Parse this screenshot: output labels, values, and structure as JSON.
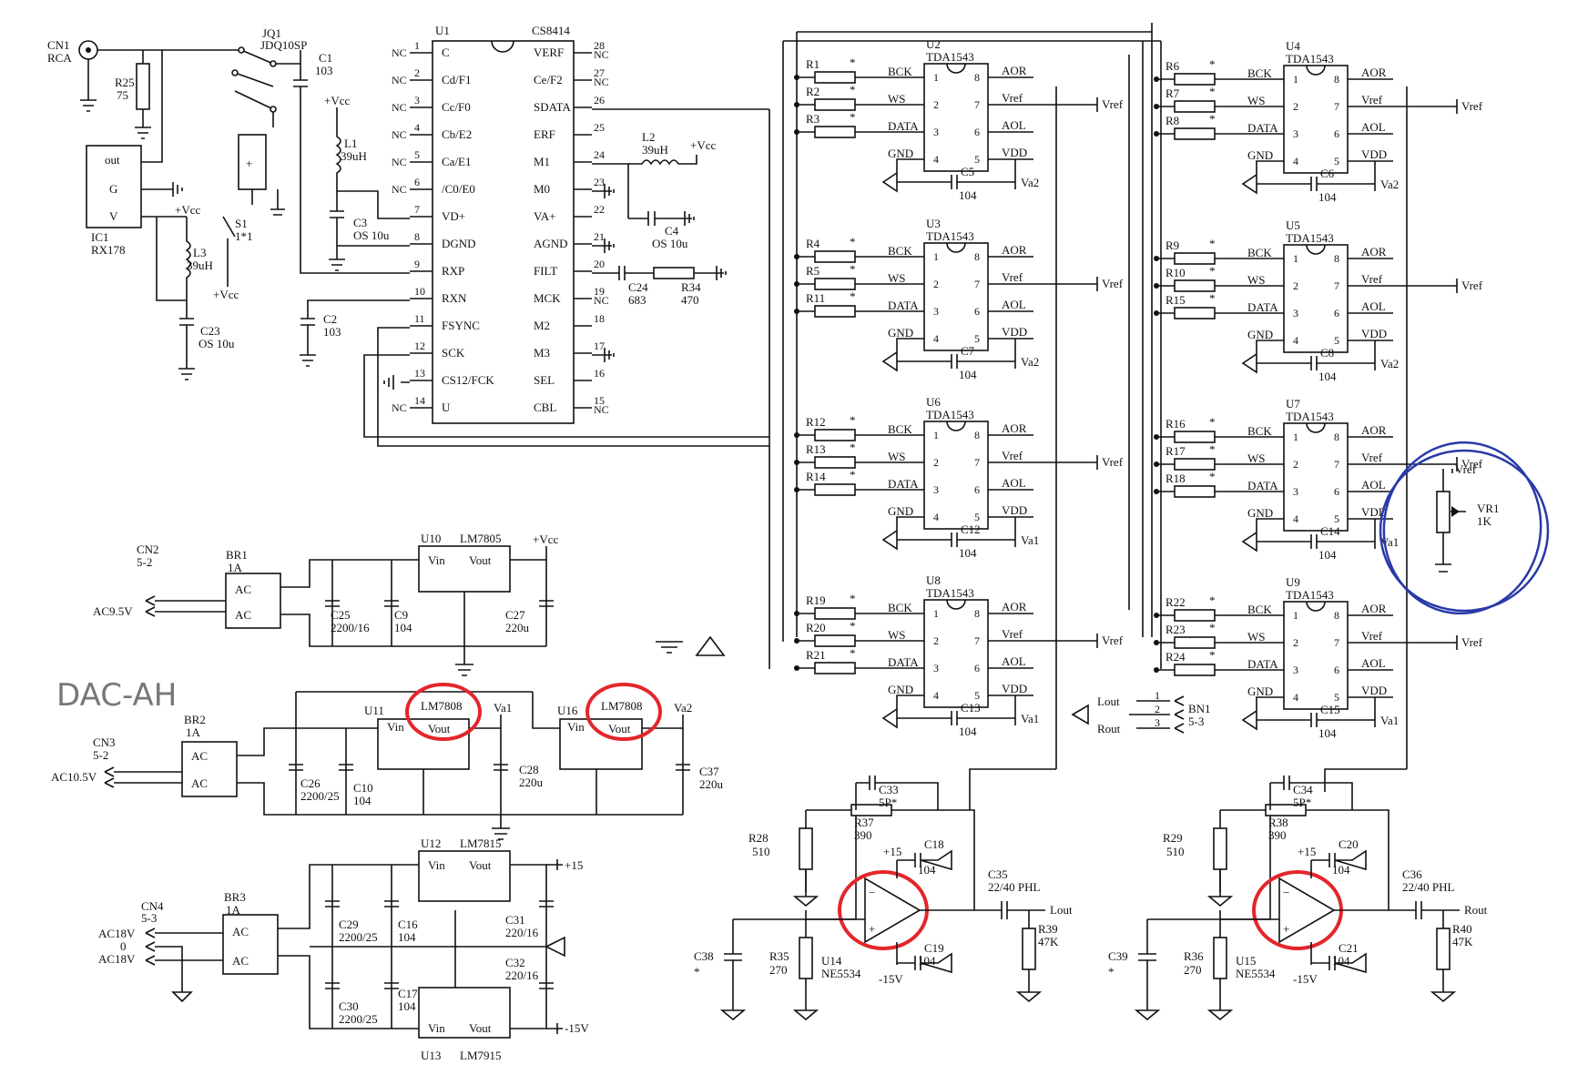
{
  "board_title": "DAC-AH",
  "connectors": {
    "cn1": {
      "ref": "CN1",
      "name": "RCA"
    },
    "jq1": {
      "ref": "JQ1",
      "part": "JDQ10SP"
    },
    "s1": {
      "ref": "S1",
      "value": "1*1"
    },
    "cn2": {
      "ref": "CN2",
      "value": "5-2",
      "input": "AC9.5V"
    },
    "cn3": {
      "ref": "CN3",
      "value": "5-2",
      "input": "AC10.5V"
    },
    "cn4": {
      "ref": "CN4",
      "value": "5-3",
      "input_a": "AC18V",
      "input_0": "0",
      "input_b": "AC18V"
    },
    "bn1": {
      "ref": "BN1",
      "value": "5-3",
      "lout": "Lout",
      "rout": "Rout"
    }
  },
  "receiver": {
    "ic1": {
      "ref": "IC1",
      "part": "RX178",
      "pins": [
        "out",
        "G",
        "V"
      ]
    },
    "u1": {
      "ref": "U1",
      "part": "CS8414",
      "left_pins": [
        {
          "num": "1",
          "name": "C"
        },
        {
          "num": "2",
          "name": "Cd/F1"
        },
        {
          "num": "3",
          "name": "Cc/F0"
        },
        {
          "num": "4",
          "name": "Cb/E2"
        },
        {
          "num": "5",
          "name": "Ca/E1"
        },
        {
          "num": "6",
          "name": "/C0/E0"
        },
        {
          "num": "7",
          "name": "VD+"
        },
        {
          "num": "8",
          "name": "DGND"
        },
        {
          "num": "9",
          "name": "RXP"
        },
        {
          "num": "10",
          "name": "RXN"
        },
        {
          "num": "11",
          "name": "FSYNC"
        },
        {
          "num": "12",
          "name": "SCK"
        },
        {
          "num": "13",
          "name": "CS12/FCK"
        },
        {
          "num": "14",
          "name": "U"
        }
      ],
      "right_pins": [
        {
          "num": "28",
          "name": "VERF"
        },
        {
          "num": "27",
          "name": "Ce/F2"
        },
        {
          "num": "26",
          "name": "SDATA"
        },
        {
          "num": "25",
          "name": "ERF"
        },
        {
          "num": "24",
          "name": "M1"
        },
        {
          "num": "23",
          "name": "M0"
        },
        {
          "num": "22",
          "name": "VA+"
        },
        {
          "num": "21",
          "name": "AGND"
        },
        {
          "num": "20",
          "name": "FILT"
        },
        {
          "num": "19",
          "name": "MCK"
        },
        {
          "num": "18",
          "name": "M2"
        },
        {
          "num": "17",
          "name": "M3"
        },
        {
          "num": "16",
          "name": "SEL"
        },
        {
          "num": "15",
          "name": "CBL"
        }
      ],
      "nc": "NC"
    }
  },
  "passives": {
    "r25": {
      "ref": "R25",
      "value": "75"
    },
    "c1": {
      "ref": "C1",
      "value": "103"
    },
    "c2": {
      "ref": "C2",
      "value": "103"
    },
    "l1": {
      "ref": "L1",
      "value": "39uH"
    },
    "l2": {
      "ref": "L2",
      "value": "39uH"
    },
    "l3": {
      "ref": "L3",
      "value": "39uH"
    },
    "c3": {
      "ref": "C3",
      "value": "OS 10u"
    },
    "c4": {
      "ref": "C4",
      "value": "OS 10u"
    },
    "c23": {
      "ref": "C23",
      "value": "OS 10u"
    },
    "c24": {
      "ref": "C24",
      "value": "683"
    },
    "r34": {
      "ref": "R34",
      "value": "470"
    },
    "vcc": "+Vcc"
  },
  "dacs": {
    "pin_names": {
      "bck": "BCK",
      "ws": "WS",
      "data": "DATA",
      "gnd": "GND",
      "aor": "AOR",
      "vref": "Vref",
      "aol": "AOL",
      "vdd": "VDD"
    },
    "pin_nums": [
      "1",
      "2",
      "3",
      "4",
      "8",
      "7",
      "6",
      "5"
    ],
    "part": "TDA1543",
    "cap_value": "104",
    "vref_label": "Vref",
    "marker": "*",
    "left": [
      {
        "ref": "U2",
        "r": [
          "R1",
          "R2",
          "R3"
        ],
        "cap": "C5",
        "supply": "Va2"
      },
      {
        "ref": "U3",
        "r": [
          "R4",
          "R5",
          "R11"
        ],
        "cap": "C7",
        "supply": "Va2"
      },
      {
        "ref": "U6",
        "r": [
          "R12",
          "R13",
          "R14"
        ],
        "cap": "C12",
        "supply": "Va1"
      },
      {
        "ref": "U8",
        "r": [
          "R19",
          "R20",
          "R21"
        ],
        "cap": "C13",
        "supply": "Va1"
      }
    ],
    "right": [
      {
        "ref": "U4",
        "r": [
          "R6",
          "R7",
          "R8"
        ],
        "cap": "C6",
        "supply": "Va2"
      },
      {
        "ref": "U5",
        "r": [
          "R9",
          "R10",
          "R15"
        ],
        "cap": "C8",
        "supply": "Va2"
      },
      {
        "ref": "U7",
        "r": [
          "R16",
          "R17",
          "R18"
        ],
        "cap": "C14",
        "supply": "Va1"
      },
      {
        "ref": "U9",
        "r": [
          "R22",
          "R23",
          "R24"
        ],
        "cap": "C15",
        "supply": "Va1"
      }
    ]
  },
  "vr1": {
    "ref": "VR1",
    "value": "1K",
    "vref": "Vref"
  },
  "power": {
    "br1": {
      "ref": "BR1",
      "value": "1A"
    },
    "br2": {
      "ref": "BR2",
      "value": "1A"
    },
    "br3": {
      "ref": "BR3",
      "value": "1A"
    },
    "ac": "AC",
    "u10": {
      "ref": "U10",
      "part": "LM7805",
      "out": "+Vcc"
    },
    "u11": {
      "ref": "U11",
      "part": "LM7808",
      "out": "Va1"
    },
    "u16": {
      "ref": "U16",
      "part": "LM7808",
      "out": "Va2"
    },
    "u12": {
      "ref": "U12",
      "part": "LM7815",
      "out": "+15"
    },
    "u13": {
      "ref": "U13",
      "part": "LM7915",
      "out": "-15V"
    },
    "vin": "Vin",
    "vout": "Vout",
    "gnd": "GND",
    "caps": {
      "c25": {
        "ref": "C25",
        "value": "2200/16"
      },
      "c9": {
        "ref": "C9",
        "value": "104"
      },
      "c27": {
        "ref": "C27",
        "value": "220u"
      },
      "c26": {
        "ref": "C26",
        "value": "2200/25"
      },
      "c10": {
        "ref": "C10",
        "value": "104"
      },
      "c28": {
        "ref": "C28",
        "value": "220u"
      },
      "c37": {
        "ref": "C37",
        "value": "220u"
      },
      "c29": {
        "ref": "C29",
        "value": "2200/25"
      },
      "c16": {
        "ref": "C16",
        "value": "104"
      },
      "c31": {
        "ref": "C31",
        "value": "220/16"
      },
      "c30": {
        "ref": "C30",
        "value": "2200/25"
      },
      "c17": {
        "ref": "C17",
        "value": "104"
      },
      "c32": {
        "ref": "C32",
        "value": "220/16"
      }
    }
  },
  "output_stages": [
    {
      "opamp": "U14",
      "part": "NE5534",
      "cap_fb": "C33",
      "cap_fb_v": "5P*",
      "r_fb": "R37",
      "r_fb_v": "390",
      "r_in": "R28",
      "r_in_v": "510",
      "r_gnd": "R35",
      "r_gnd_v": "270",
      "c_in": "C38",
      "c_in_v": "*",
      "c_b1": "C18",
      "c_b1_v": "104",
      "c_b2": "C19",
      "c_b2_v": "104",
      "c_out": "C35",
      "c_out_v": "22/40 PHL",
      "r_out": "R39",
      "r_out_v": "47K",
      "out": "Lout",
      "pos": "+15",
      "neg": "-15V"
    },
    {
      "opamp": "U15",
      "part": "NE5534",
      "cap_fb": "C34",
      "cap_fb_v": "5P*",
      "r_fb": "R38",
      "r_fb_v": "390",
      "r_in": "R29",
      "r_in_v": "510",
      "r_gnd": "R36",
      "r_gnd_v": "270",
      "c_in": "C39",
      "c_in_v": "*",
      "c_b1": "C20",
      "c_b1_v": "104",
      "c_b2": "C21",
      "c_b2_v": "104",
      "c_out": "C36",
      "c_out_v": "22/40 PHL",
      "r_out": "R40",
      "r_out_v": "47K",
      "out": "Rout",
      "pos": "+15",
      "neg": "-15V"
    }
  ]
}
